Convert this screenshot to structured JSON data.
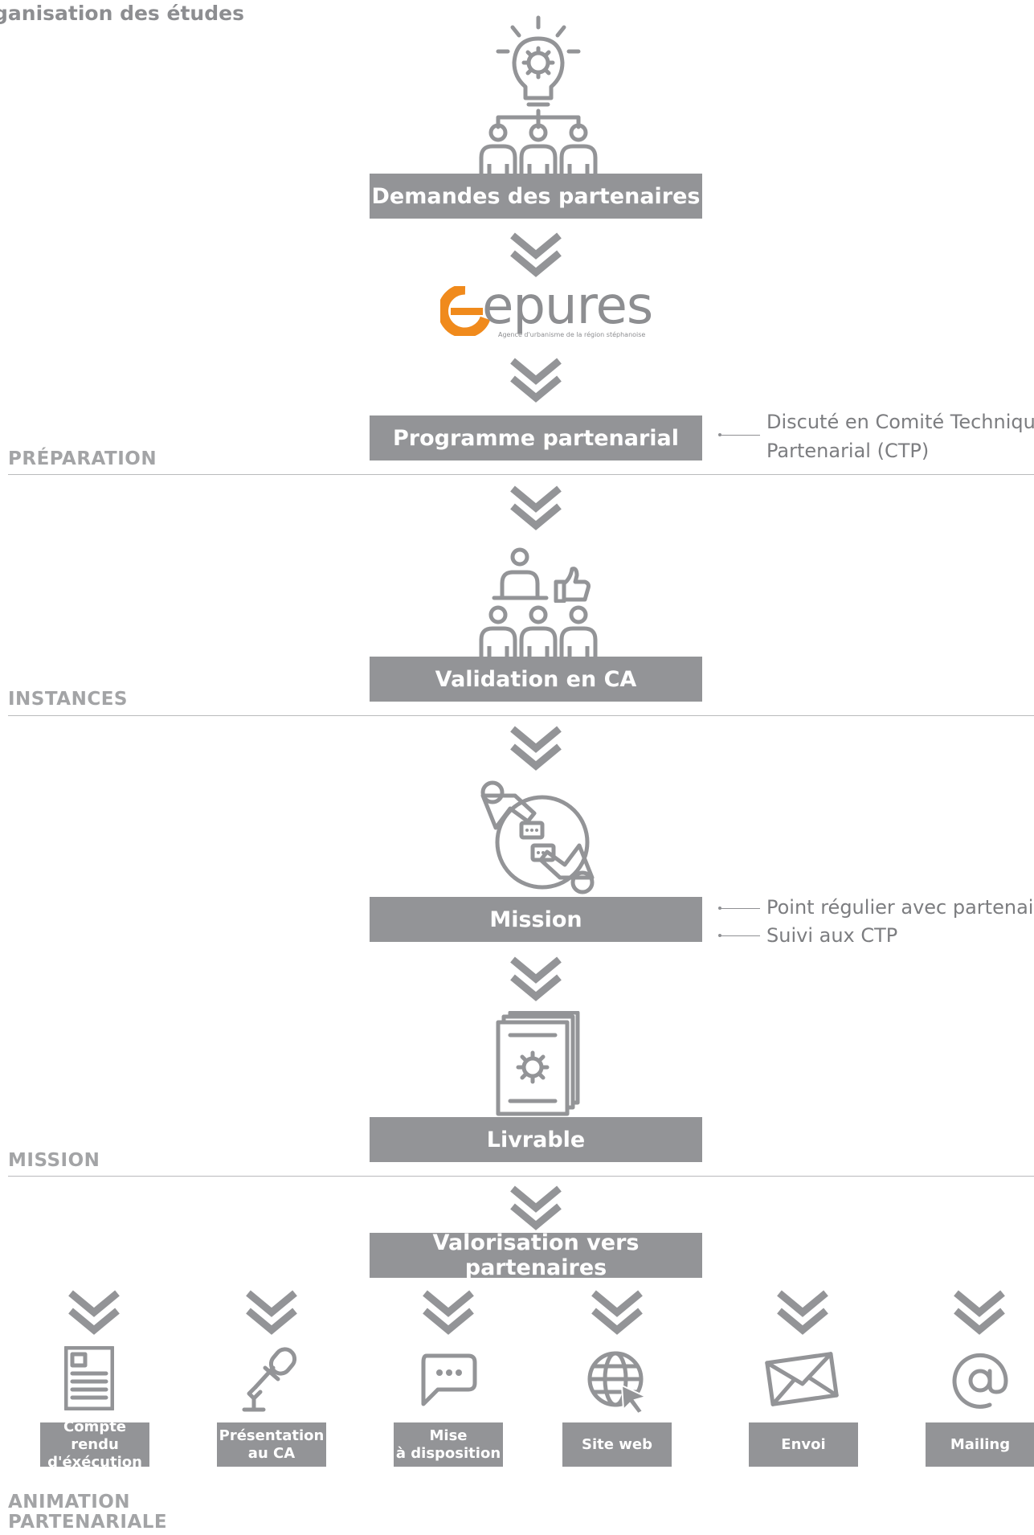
{
  "title": "ganisation des études",
  "boxes": {
    "demandes": "Demandes des partenaires",
    "programme": "Programme partenarial",
    "validation": "Validation en CA",
    "mission": "Mission",
    "livrable": "Livrable",
    "valorisation": "Valorisation vers partenaires"
  },
  "logo": {
    "name": "epures",
    "tagline": "Agence d'urbanisme de la région stéphanoise"
  },
  "notes": {
    "ctp_line1": "Discuté en Comité Technique",
    "ctp_line2": "Partenarial (CTP)",
    "mission_line1": "Point régulier avec partenaires",
    "mission_line2": "Suivi aux CTP"
  },
  "sections": {
    "preparation": "PRÉPARATION",
    "instances": "INSTANCES",
    "mission": "MISSION",
    "animation_line1": "ANIMATION",
    "animation_line2": "PARTENARIALE"
  },
  "outputs": [
    {
      "line1": "Compte rendu",
      "line2": "d'éxécution"
    },
    {
      "line1": "Présentation",
      "line2": "au CA"
    },
    {
      "line1": "Mise",
      "line2": "à disposition"
    },
    {
      "line1": "Site web",
      "line2": ""
    },
    {
      "line1": "Envoi",
      "line2": ""
    },
    {
      "line1": "Mailing",
      "line2": ""
    }
  ],
  "colors": {
    "box": "#939497",
    "logo_orange": "#f08a1c",
    "line": "#b9babc"
  }
}
